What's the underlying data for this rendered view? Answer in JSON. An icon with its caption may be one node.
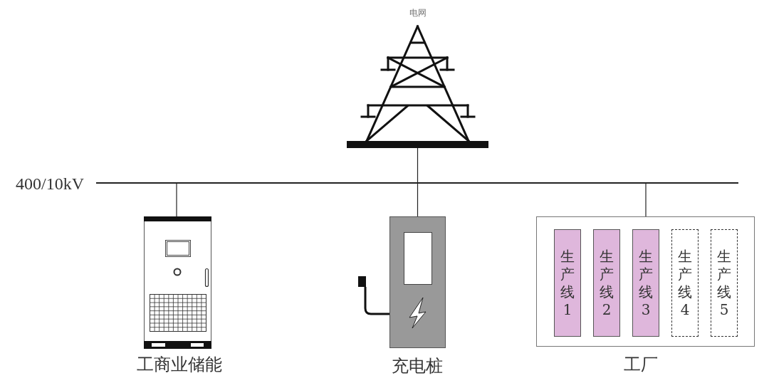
{
  "diagram": {
    "nodes": [
      {
        "text": [
          "电网"
        ]
      },
      {
        "text": [],
        "shape": "bar",
        "beside": [
          "400/10kV"
        ]
      },
      {
        "text": [
          "工商业储能"
        ]
      },
      {
        "text": [
          "充电桩"
        ]
      },
      {
        "text": [
          "工厂"
        ]
      },
      {
        "text": [
          "生产线1"
        ],
        "in": 4
      },
      {
        "text": [
          "生产线2"
        ],
        "in": 4
      },
      {
        "text": [
          "生产线3"
        ],
        "in": 4
      },
      {
        "text": [
          "生产线4"
        ],
        "in": 4
      },
      {
        "text": [
          "生产线5"
        ],
        "in": 4
      }
    ],
    "edges": [
      {
        "from": 0,
        "to": 1,
        "arrow": "none"
      },
      {
        "from": 1,
        "to": 2,
        "arrow": "none"
      },
      {
        "from": 1,
        "to": 3,
        "arrow": "none"
      },
      {
        "from": 1,
        "to": 4,
        "arrow": "none"
      }
    ]
  }
}
